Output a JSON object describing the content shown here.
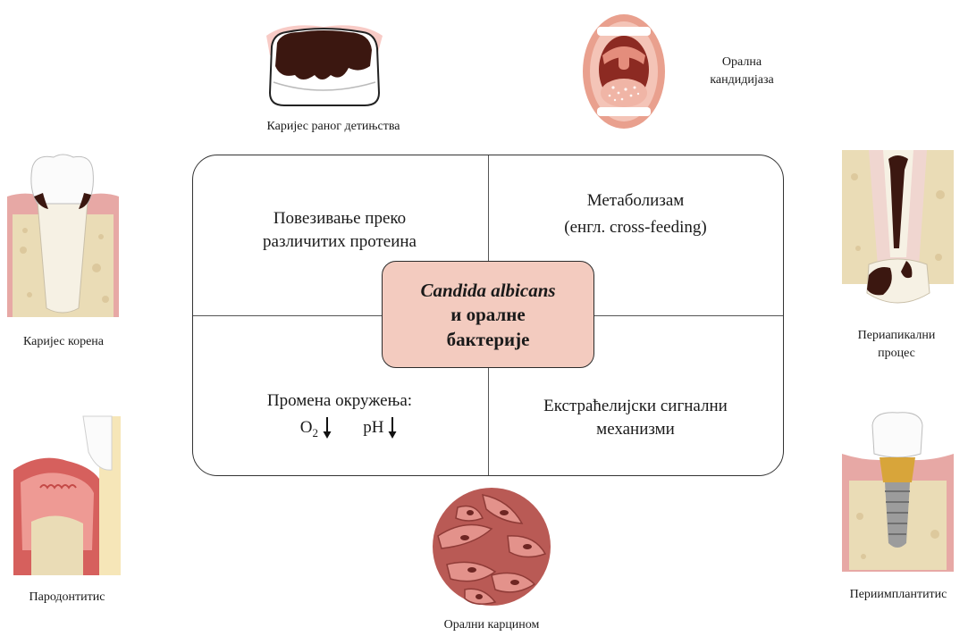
{
  "center": {
    "title_italic": "Candida albicans",
    "line2": "и оралне",
    "line3": "бактерије"
  },
  "quadrants": {
    "top_left": {
      "line1": "Повезивање преко",
      "line2": "различитих протеина"
    },
    "top_right": {
      "line1": "Метаболизам",
      "line2": "(енгл. cross-feeding)"
    },
    "bottom_left": {
      "line1": "Промена окружења:",
      "o2": "O",
      "o2_sub": "2",
      "ph": "pH"
    },
    "bottom_right": {
      "line1": "Екстраћелијски сигнални",
      "line2": "механизми"
    }
  },
  "labels": {
    "early_childhood_caries": "Каријес раног детињства",
    "oral_candidiasis_1": "Орална",
    "oral_candidiasis_2": "кандидијаза",
    "root_caries": "Каријес корена",
    "periapical_1": "Периапикални",
    "periapical_2": "процес",
    "periodontitis": "Пародонтитис",
    "periimplantitis": "Периимплантитис",
    "oral_carcinoma": "Орални карцином"
  },
  "colors": {
    "center_fill": "#f3cbbf",
    "center_border": "#2b2b2b",
    "frame_border": "#333333"
  }
}
